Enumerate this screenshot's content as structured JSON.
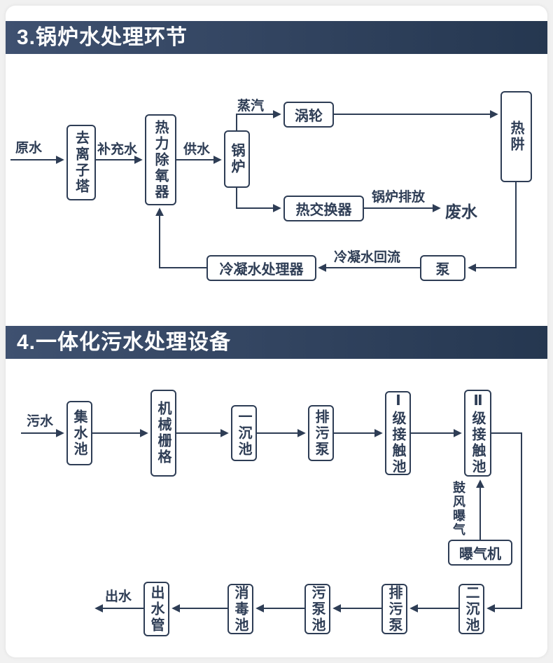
{
  "colors": {
    "ink": "#2e3d55",
    "header_gradient_from": "#3f5170",
    "header_gradient_to": "#253750",
    "card_background": "#ffffff"
  },
  "boiler_section": {
    "title": "3.锅炉水处理环节",
    "nodes": {
      "deionizer": "去离子塔",
      "deaerator": "热力除氧器",
      "boiler": "锅炉",
      "turbine": "涡轮",
      "heat_sink": "热阱",
      "heat_exchanger": "热交换器",
      "condensate_processor": "冷凝水处理器",
      "pump": "泵"
    },
    "flow_labels": {
      "raw_water": "原水",
      "makeup_water": "补充水",
      "feed_water": "供水",
      "steam": "蒸汽",
      "boiler_discharge": "锅炉排放",
      "waste_water": "废水",
      "condensate_return": "冷凝水回流"
    }
  },
  "sewage_section": {
    "title": "4.一体化污水处理设备",
    "nodes": {
      "collection_tank": "集水池",
      "mechanical_screen": "机械栅格",
      "primary_settling_tank": "一沉池",
      "sewage_pump_top": "排污泵",
      "contact_tank_1": "Ⅰ级接触池",
      "contact_tank_2": "Ⅱ级接触池",
      "aerator": "曝气机",
      "secondary_settling_tank": "二沉池",
      "sewage_pump_bottom": "排污泵",
      "sewage_pump_tank": "污泵池",
      "disinfection_tank": "消毒池",
      "outlet_pipe": "出水管"
    },
    "flow_labels": {
      "sewage": "污水",
      "blast_aeration": "鼓风曝气",
      "outflow": "出水"
    }
  }
}
